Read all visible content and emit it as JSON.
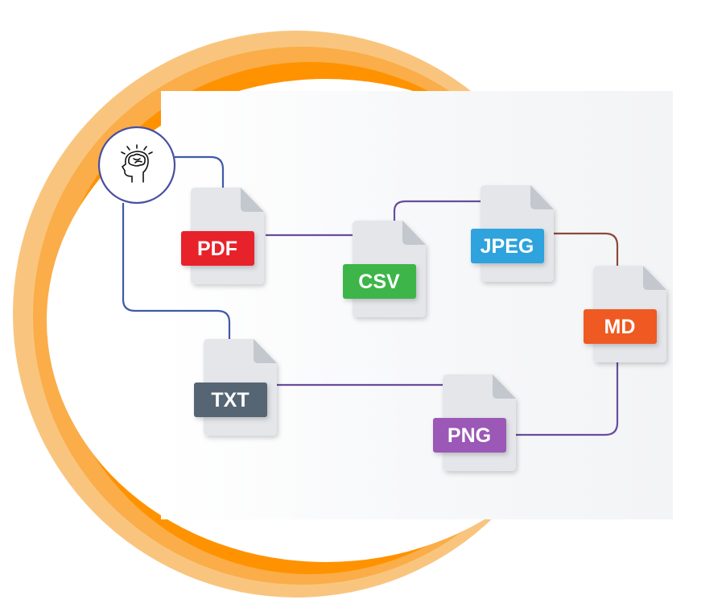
{
  "colors": {
    "ring_outer": "#f9c57e",
    "ring_mid": "#faad48",
    "ring_inner": "#ff9200",
    "line_blue": "#3f5aa6",
    "line_purple": "#6a4c9c",
    "line_brown": "#8b4a3a"
  },
  "hub": {
    "icon": "brain-head-icon"
  },
  "files": [
    {
      "label": "PDF",
      "color": "#e8202a"
    },
    {
      "label": "CSV",
      "color": "#3cb54a"
    },
    {
      "label": "JPEG",
      "color": "#2ea3dd"
    },
    {
      "label": "MD",
      "color": "#ee5a24"
    },
    {
      "label": "TXT",
      "color": "#566573"
    },
    {
      "label": "PNG",
      "color": "#9b59b6"
    }
  ]
}
